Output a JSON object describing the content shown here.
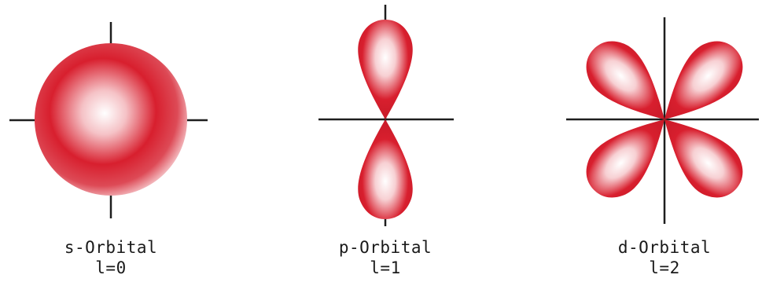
{
  "orbitals": [
    {
      "name": "s-Orbital",
      "quantum": "l=0"
    },
    {
      "name": "p-Orbital",
      "quantum": "l=1"
    },
    {
      "name": "d-Orbital",
      "quantum": "l=2"
    }
  ],
  "colors": {
    "lobe": "#d81f2e",
    "lobe_highlight": "#ffffff",
    "axis": "#1e1e1e",
    "background": "#ffffff"
  }
}
